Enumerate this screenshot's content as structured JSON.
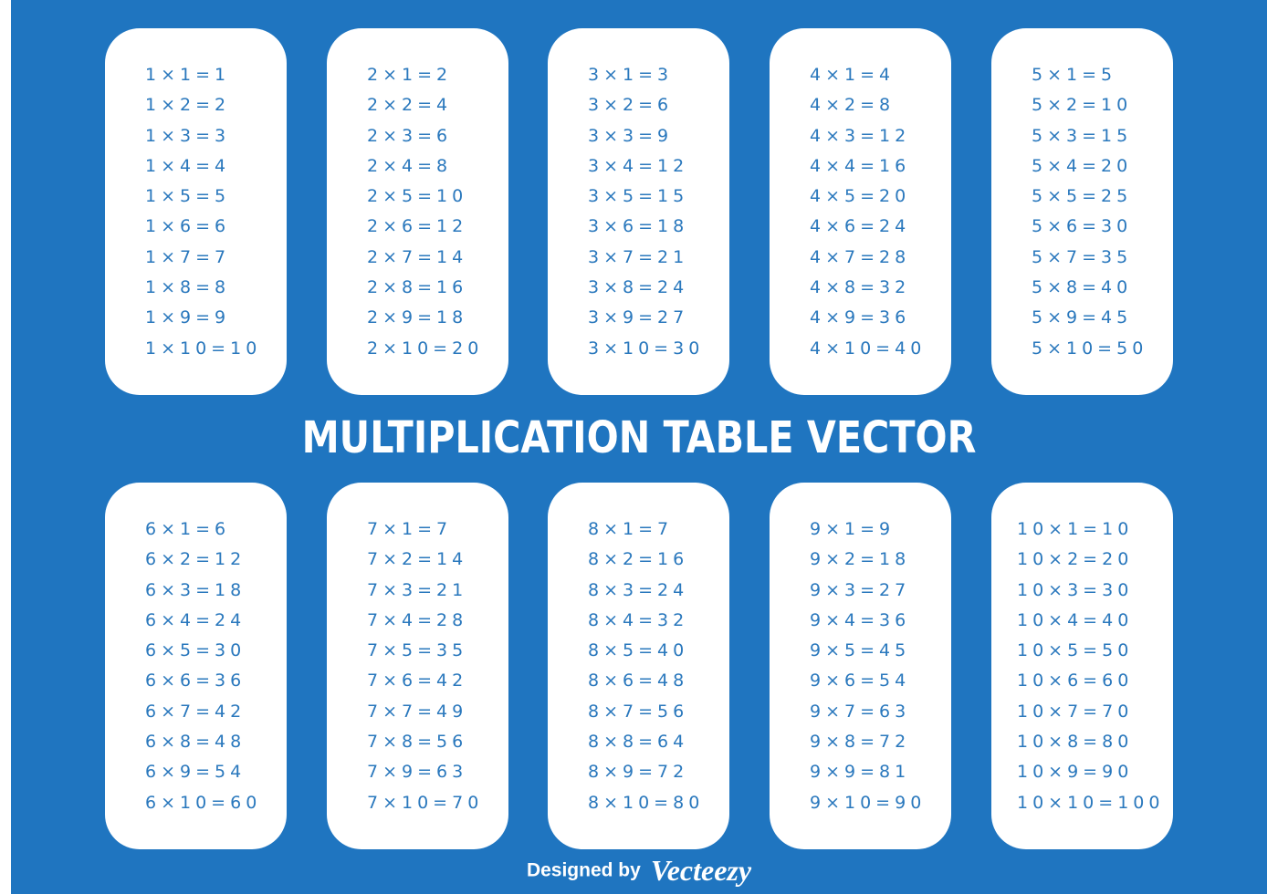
{
  "title": "MULTIPLICATION TABLE VECTOR",
  "credit": {
    "designed_by": "Designed by",
    "brand": "Vecteezy"
  },
  "colors": {
    "background": "#1f75c0",
    "card": "#ffffff",
    "equation_text": "#2a78bd",
    "title_text": "#ffffff"
  },
  "tables": [
    {
      "lines": [
        "1×1=1",
        "1×2=2",
        "1×3=3",
        "1×4=4",
        "1×5=5",
        "1×6=6",
        "1×7=7",
        "1×8=8",
        "1×9=9",
        "1×10=10"
      ]
    },
    {
      "lines": [
        "2×1=2",
        "2×2=4",
        "2×3=6",
        "2×4=8",
        "2×5=10",
        "2×6=12",
        "2×7=14",
        "2×8=16",
        "2×9=18",
        "2×10=20"
      ]
    },
    {
      "lines": [
        "3×1=3",
        "3×2=6",
        "3×3=9",
        "3×4=12",
        "3×5=15",
        "3×6=18",
        "3×7=21",
        "3×8=24",
        "3×9=27",
        "3×10=30"
      ]
    },
    {
      "lines": [
        "4×1=4",
        "4×2=8",
        "4×3=12",
        "4×4=16",
        "4×5=20",
        "4×6=24",
        "4×7=28",
        "4×8=32",
        "4×9=36",
        "4×10=40"
      ]
    },
    {
      "lines": [
        "5×1=5",
        "5×2=10",
        "5×3=15",
        "5×4=20",
        "5×5=25",
        "5×6=30",
        "5×7=35",
        "5×8=40",
        "5×9=45",
        "5×10=50"
      ]
    },
    {
      "lines": [
        "6×1=6",
        "6×2=12",
        "6×3=18",
        "6×4=24",
        "6×5=30",
        "6×6=36",
        "6×7=42",
        "6×8=48",
        "6×9=54",
        "6×10=60"
      ]
    },
    {
      "lines": [
        "7×1=7",
        "7×2=14",
        "7×3=21",
        "7×4=28",
        "7×5=35",
        "7×6=42",
        "7×7=49",
        "7×8=56",
        "7×9=63",
        "7×10=70"
      ]
    },
    {
      "lines": [
        "8×1=7",
        "8×2=16",
        "8×3=24",
        "8×4=32",
        "8×5=40",
        "8×6=48",
        "8×7=56",
        "8×8=64",
        "8×9=72",
        "8×10=80"
      ]
    },
    {
      "lines": [
        "9×1=9",
        "9×2=18",
        "9×3=27",
        "9×4=36",
        "9×5=45",
        "9×6=54",
        "9×7=63",
        "9×8=72",
        "9×9=81",
        "9×10=90"
      ]
    },
    {
      "lines": [
        "10×1=10",
        "10×2=20",
        "10×3=30",
        "10×4=40",
        "10×5=50",
        "10×6=60",
        "10×7=70",
        "10×8=80",
        "10×9=90",
        "10×10=100"
      ]
    }
  ]
}
